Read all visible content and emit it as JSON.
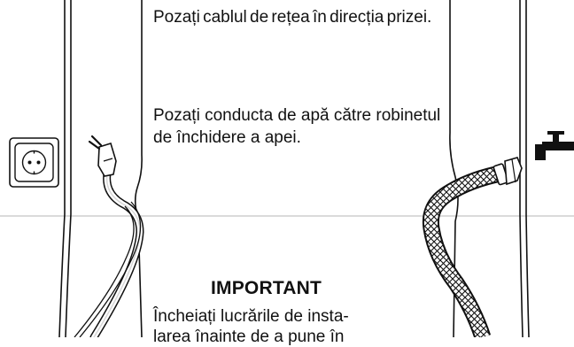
{
  "instructions": {
    "cable_text": "Pozați cablul de rețea în direcția prizei.",
    "water_text": "Pozați conducta de apă către robinetul de închidere a apei."
  },
  "important": {
    "heading": "IMPORTANT",
    "body": "Încheiați lucrările de insta-",
    "cut_off": "larea înainte de a pune în"
  },
  "icons": {
    "socket": "power-socket-icon",
    "plug": "power-plug-icon",
    "tap": "water-tap-icon",
    "hose": "water-hose-icon"
  },
  "colors": {
    "line": "#111111",
    "floor_line": "#b5b5b5",
    "background": "#ffffff"
  }
}
